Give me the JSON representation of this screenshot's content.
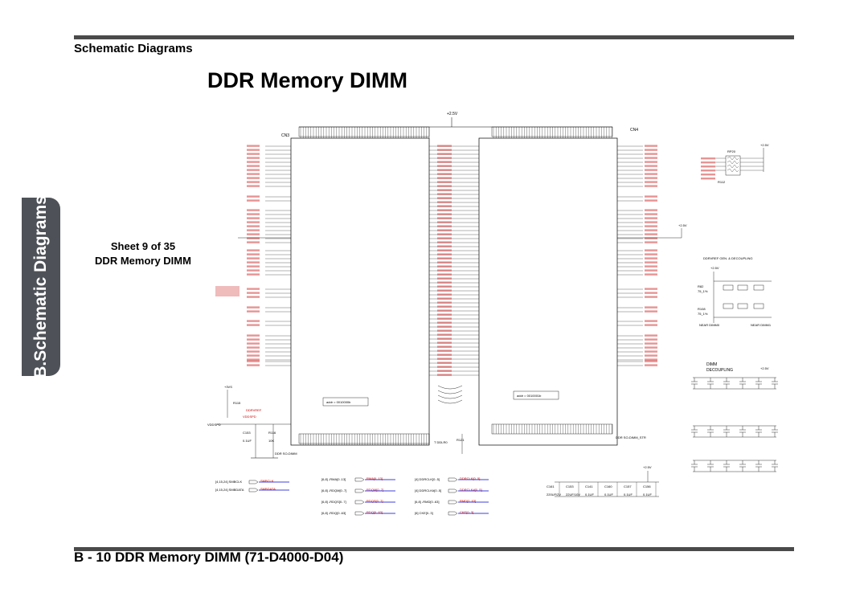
{
  "header": {
    "section": "Schematic Diagrams",
    "title": "DDR Memory DIMM"
  },
  "side_tab": {
    "label": "B.Schematic Diagrams"
  },
  "sheet": {
    "line1": "Sheet 9 of 35",
    "line2": "DDR Memory DIMM"
  },
  "footer": {
    "text": "B - 10  DDR Memory DIMM  (71-D4000-D04)"
  },
  "schematic": {
    "top_power": "+2.5V",
    "left_connector": {
      "ref": "CN3",
      "caption": "DDR SO-DIMM",
      "note": "addr = 0010000b"
    },
    "right_connector": {
      "ref": "CN4",
      "caption": "DDR SO-DIMM_STR",
      "note": "addr = 0010001b"
    },
    "right_panel": {
      "vref_title": "DDRVREF GEN. & DECOUPLING",
      "dimm_title": "DIMM",
      "decoupling_title": "DECOUPLING",
      "near_label_1": "NEAR DIMM0",
      "near_label_2": "NEAR DIMM1",
      "power_1": "+2.5V",
      "power_2": "+2.5V",
      "power_3": "+2.5V",
      "rp_label": "RP20",
      "r_label": "R112"
    },
    "left_bottom_labels": {
      "vddspd": "VDDSPD",
      "r115": "R115",
      "c153": "C153",
      "value_01uf": "0.1UF",
      "r116": "R116",
      "val_10k": "10K",
      "ddrvref": "DDRVREF",
      "vddspd_net": "VDDSPD",
      "pwr": "+3VS"
    },
    "bottom_signals": [
      {
        "from": "[4,15,24] SMBCLK",
        "to": "SMBCLK"
      },
      {
        "from": "[4,15,24] SMBDATA",
        "to": "SMBDATA"
      },
      {
        "from": "[6,8] -RMA[0..13]",
        "to": "RMA[0..13]"
      },
      {
        "from": "[6,8] -RDQM[0..7]",
        "to": "RDQM[0..7]"
      },
      {
        "from": "[6,8] -RDQS[0..7]",
        "to": "RDQS[0..7]"
      },
      {
        "from": "[6,8] -RDQ[0..63]",
        "to": "RDQ[0..63]"
      },
      {
        "from": "[4] DDRCLK[0..5]",
        "to": "DDRCLK[0..5]"
      },
      {
        "from": "[4] DDRCLK#[0..5]",
        "to": "DDRCLK#[0..5]"
      },
      {
        "from": "[6,8] -RMD[0..63]",
        "to": "RMD[0..63]"
      },
      {
        "from": "[6] CKE[0..3]",
        "to": "CKE[0..3]"
      }
    ],
    "bottom_right": {
      "power": "+2.5V",
      "caps": [
        "C161",
        "C153",
        "C141",
        "C160",
        "C157",
        "C156"
      ],
      "values": [
        "220UF/2V",
        "22UF/10V",
        "0.1UF",
        "0.1UF",
        "0.1UF",
        "0.1UF"
      ]
    }
  }
}
